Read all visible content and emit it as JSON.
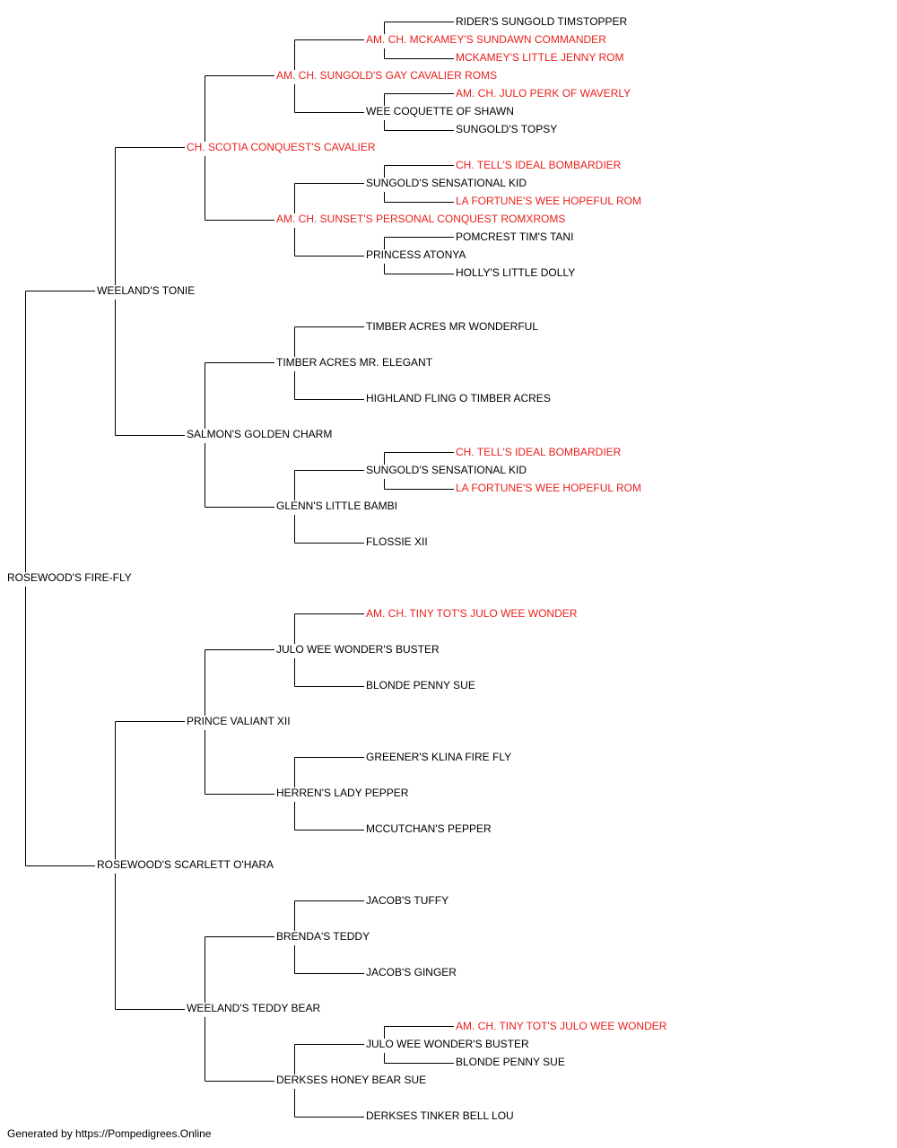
{
  "colors": {
    "champion": "#e8201c",
    "regular": "#000000",
    "connector": "#000000"
  },
  "tree": {
    "name": "ROSEWOOD'S FIRE-FLY",
    "champion": false,
    "sire": {
      "name": "WEELAND'S TONIE",
      "champion": false,
      "sire": {
        "name": "CH. SCOTIA CONQUEST'S CAVALIER",
        "champion": true,
        "sire": {
          "name": "AM. CH. SUNGOLD'S GAY CAVALIER ROMS",
          "champion": true,
          "sire": {
            "name": "AM. CH. MCKAMEY'S SUNDAWN COMMANDER",
            "champion": true,
            "sire": {
              "name": "RIDER'S SUNGOLD TIMSTOPPER",
              "champion": false
            },
            "dam": {
              "name": "MCKAMEY'S LITTLE JENNY ROM",
              "champion": true
            }
          },
          "dam": {
            "name": "WEE COQUETTE OF SHAWN",
            "champion": false,
            "sire": {
              "name": "AM. CH. JULO PERK OF WAVERLY",
              "champion": true
            },
            "dam": {
              "name": "SUNGOLD'S TOPSY",
              "champion": false
            }
          }
        },
        "dam": {
          "name": "AM. CH. SUNSET'S PERSONAL CONQUEST ROMXROMS",
          "champion": true,
          "sire": {
            "name": "SUNGOLD'S SENSATIONAL KID",
            "champion": false,
            "sire": {
              "name": "CH. TELL'S IDEAL BOMBARDIER",
              "champion": true
            },
            "dam": {
              "name": "LA FORTUNE'S WEE HOPEFUL ROM",
              "champion": true
            }
          },
          "dam": {
            "name": "PRINCESS ATONYA",
            "champion": false,
            "sire": {
              "name": "POMCREST TIM'S TANI",
              "champion": false
            },
            "dam": {
              "name": "HOLLY'S LITTLE DOLLY",
              "champion": false
            }
          }
        }
      },
      "dam": {
        "name": "SALMON'S GOLDEN CHARM",
        "champion": false,
        "sire": {
          "name": "TIMBER ACRES MR. ELEGANT",
          "champion": false,
          "sire": {
            "name": "TIMBER ACRES MR WONDERFUL",
            "champion": false
          },
          "dam": {
            "name": "HIGHLAND FLING O TIMBER ACRES",
            "champion": false
          }
        },
        "dam": {
          "name": "GLENN'S LITTLE BAMBI",
          "champion": false,
          "sire": {
            "name": "SUNGOLD'S SENSATIONAL KID",
            "champion": false,
            "sire": {
              "name": "CH. TELL'S IDEAL BOMBARDIER",
              "champion": true
            },
            "dam": {
              "name": "LA FORTUNE'S WEE HOPEFUL ROM",
              "champion": true
            }
          },
          "dam": {
            "name": "FLOSSIE XII",
            "champion": false
          }
        }
      }
    },
    "dam": {
      "name": "ROSEWOOD'S SCARLETT O'HARA",
      "champion": false,
      "sire": {
        "name": "PRINCE VALIANT XII",
        "champion": false,
        "sire": {
          "name": "JULO WEE WONDER'S BUSTER",
          "champion": false,
          "sire": {
            "name": "AM. CH. TINY TOT'S JULO WEE WONDER",
            "champion": true
          },
          "dam": {
            "name": "BLONDE PENNY SUE",
            "champion": false
          }
        },
        "dam": {
          "name": "HERREN'S LADY PEPPER",
          "champion": false,
          "sire": {
            "name": "GREENER'S KLINA FIRE FLY",
            "champion": false
          },
          "dam": {
            "name": "MCCUTCHAN'S PEPPER",
            "champion": false
          }
        }
      },
      "dam": {
        "name": "WEELAND'S TEDDY BEAR",
        "champion": false,
        "sire": {
          "name": "BRENDA'S TEDDY",
          "champion": false,
          "sire": {
            "name": "JACOB'S TUFFY",
            "champion": false
          },
          "dam": {
            "name": "JACOB'S GINGER",
            "champion": false
          }
        },
        "dam": {
          "name": "DERKSES HONEY BEAR SUE",
          "champion": false,
          "sire": {
            "name": "JULO WEE WONDER'S BUSTER",
            "champion": false,
            "sire": {
              "name": "AM. CH. TINY TOT'S JULO WEE WONDER",
              "champion": true
            },
            "dam": {
              "name": "BLONDE PENNY SUE",
              "champion": false
            }
          },
          "dam": {
            "name": "DERKSES TINKER BELL LOU",
            "champion": false
          }
        }
      }
    }
  },
  "footer": {
    "text": "Generated by https://Pompedigrees.Online"
  }
}
